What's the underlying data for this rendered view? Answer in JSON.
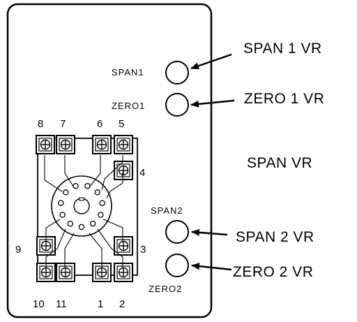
{
  "diagram": {
    "colors": {
      "line": "#000000",
      "background": "#ffffff",
      "screw_fill": "#ffffff"
    },
    "device_labels": {
      "span1": "SPAN1",
      "zero1": "ZERO1",
      "span2": "SPAN2",
      "zero2": "ZERO2"
    },
    "callouts": {
      "span1_vr": "SPAN 1 VR",
      "zero1_vr": "ZERO 1 VR",
      "span_vr": "SPAN VR",
      "span2_vr": "SPAN 2 VR",
      "zero2_vr": "ZERO 2 VR"
    },
    "pins": {
      "p1": "1",
      "p2": "2",
      "p3": "3",
      "p4": "4",
      "p5": "5",
      "p6": "6",
      "p7": "7",
      "p8": "8",
      "p9": "9",
      "p10": "10",
      "p11": "11"
    }
  }
}
